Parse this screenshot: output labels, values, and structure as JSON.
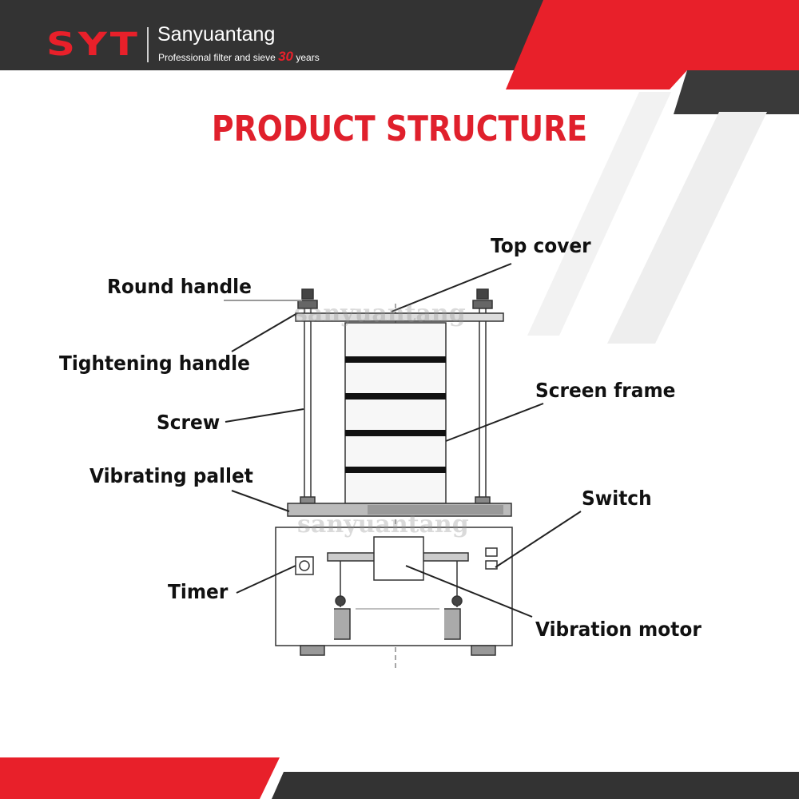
{
  "header": {
    "logo": "SYT",
    "brand": "Sanyuantang",
    "tagline_prefix": "Professional filter and sieve",
    "tagline_number": "30",
    "tagline_suffix": "years"
  },
  "title": "PRODUCT STRUCTURE",
  "watermark": "sanyuantang",
  "labels": {
    "top_cover": "Top cover",
    "round_handle": "Round handle",
    "tightening_handle": "Tightening handle",
    "screw": "Screw",
    "screen_frame": "Screen frame",
    "vibrating_pallet": "Vibrating pallet",
    "switch": "Switch",
    "timer": "Timer",
    "vibration_motor": "Vibration motor"
  },
  "colors": {
    "accent_red": "#e8202a",
    "dark_band": "#333333",
    "title_red": "#e0202c"
  }
}
